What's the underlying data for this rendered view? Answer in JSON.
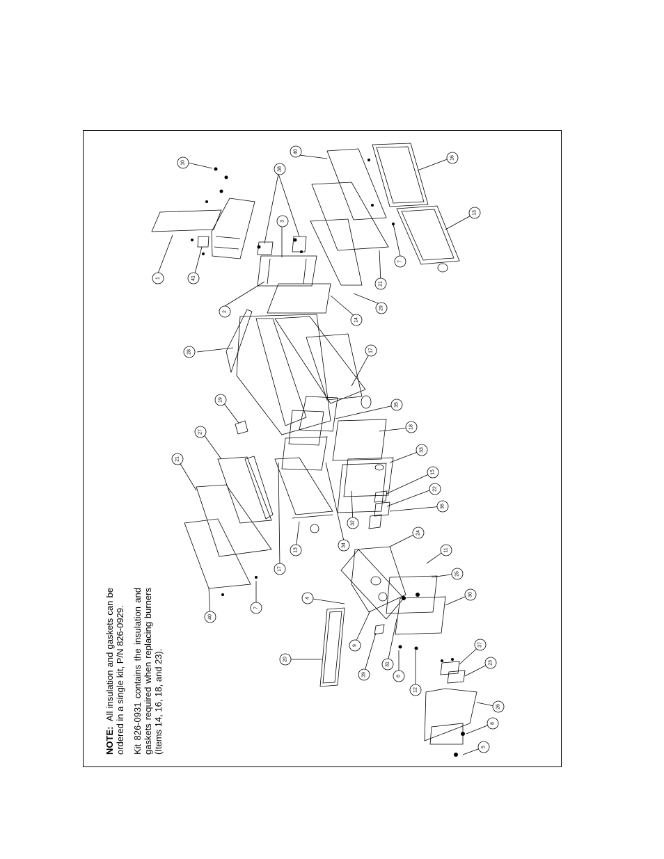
{
  "notes": {
    "note_label": "NOTE:",
    "note_body": "All insulation and gaskets can be ordered in a single kit, P/N 826-0929.",
    "kit_text": "Kit 826-0931 contains the insulation and gaskets required when replacing burners (Items 14, 16, 18, and 23)."
  },
  "callouts": [
    {
      "id": "c1",
      "label": "1"
    },
    {
      "id": "c2",
      "label": "2"
    },
    {
      "id": "c3",
      "label": "3"
    },
    {
      "id": "c4",
      "label": "4"
    },
    {
      "id": "c5",
      "label": "5"
    },
    {
      "id": "c6",
      "label": "6"
    },
    {
      "id": "c7a",
      "label": "7"
    },
    {
      "id": "c7b",
      "label": "7"
    },
    {
      "id": "c8",
      "label": "8"
    },
    {
      "id": "c9",
      "label": "9"
    },
    {
      "id": "c10",
      "label": "10"
    },
    {
      "id": "c11",
      "label": "11"
    },
    {
      "id": "c12",
      "label": "12"
    },
    {
      "id": "c13a",
      "label": "13"
    },
    {
      "id": "c13b",
      "label": "13"
    },
    {
      "id": "c14",
      "label": "14"
    },
    {
      "id": "c15",
      "label": "15"
    },
    {
      "id": "c16",
      "label": "16"
    },
    {
      "id": "c17a",
      "label": "17"
    },
    {
      "id": "c17b",
      "label": "17"
    },
    {
      "id": "c18",
      "label": "18"
    },
    {
      "id": "c19",
      "label": "19"
    },
    {
      "id": "c20",
      "label": "20"
    },
    {
      "id": "c21a",
      "label": "21"
    },
    {
      "id": "c21b",
      "label": "21"
    },
    {
      "id": "c22",
      "label": "22"
    },
    {
      "id": "c23",
      "label": "23"
    },
    {
      "id": "c24",
      "label": "24"
    },
    {
      "id": "c25",
      "label": "25"
    },
    {
      "id": "c26",
      "label": "26"
    },
    {
      "id": "c27",
      "label": "27"
    },
    {
      "id": "c28",
      "label": "28"
    },
    {
      "id": "c29",
      "label": "29"
    },
    {
      "id": "c30",
      "label": "30"
    },
    {
      "id": "c31",
      "label": "31"
    },
    {
      "id": "c32",
      "label": "32"
    },
    {
      "id": "c33",
      "label": "33"
    },
    {
      "id": "c34",
      "label": "34"
    },
    {
      "id": "c35",
      "label": "35"
    },
    {
      "id": "c36",
      "label": "36"
    },
    {
      "id": "c37",
      "label": "37"
    },
    {
      "id": "c38",
      "label": "38"
    },
    {
      "id": "c39",
      "label": "39"
    },
    {
      "id": "c40a",
      "label": "40"
    },
    {
      "id": "c40b",
      "label": "40"
    },
    {
      "id": "c41",
      "label": "41"
    }
  ]
}
